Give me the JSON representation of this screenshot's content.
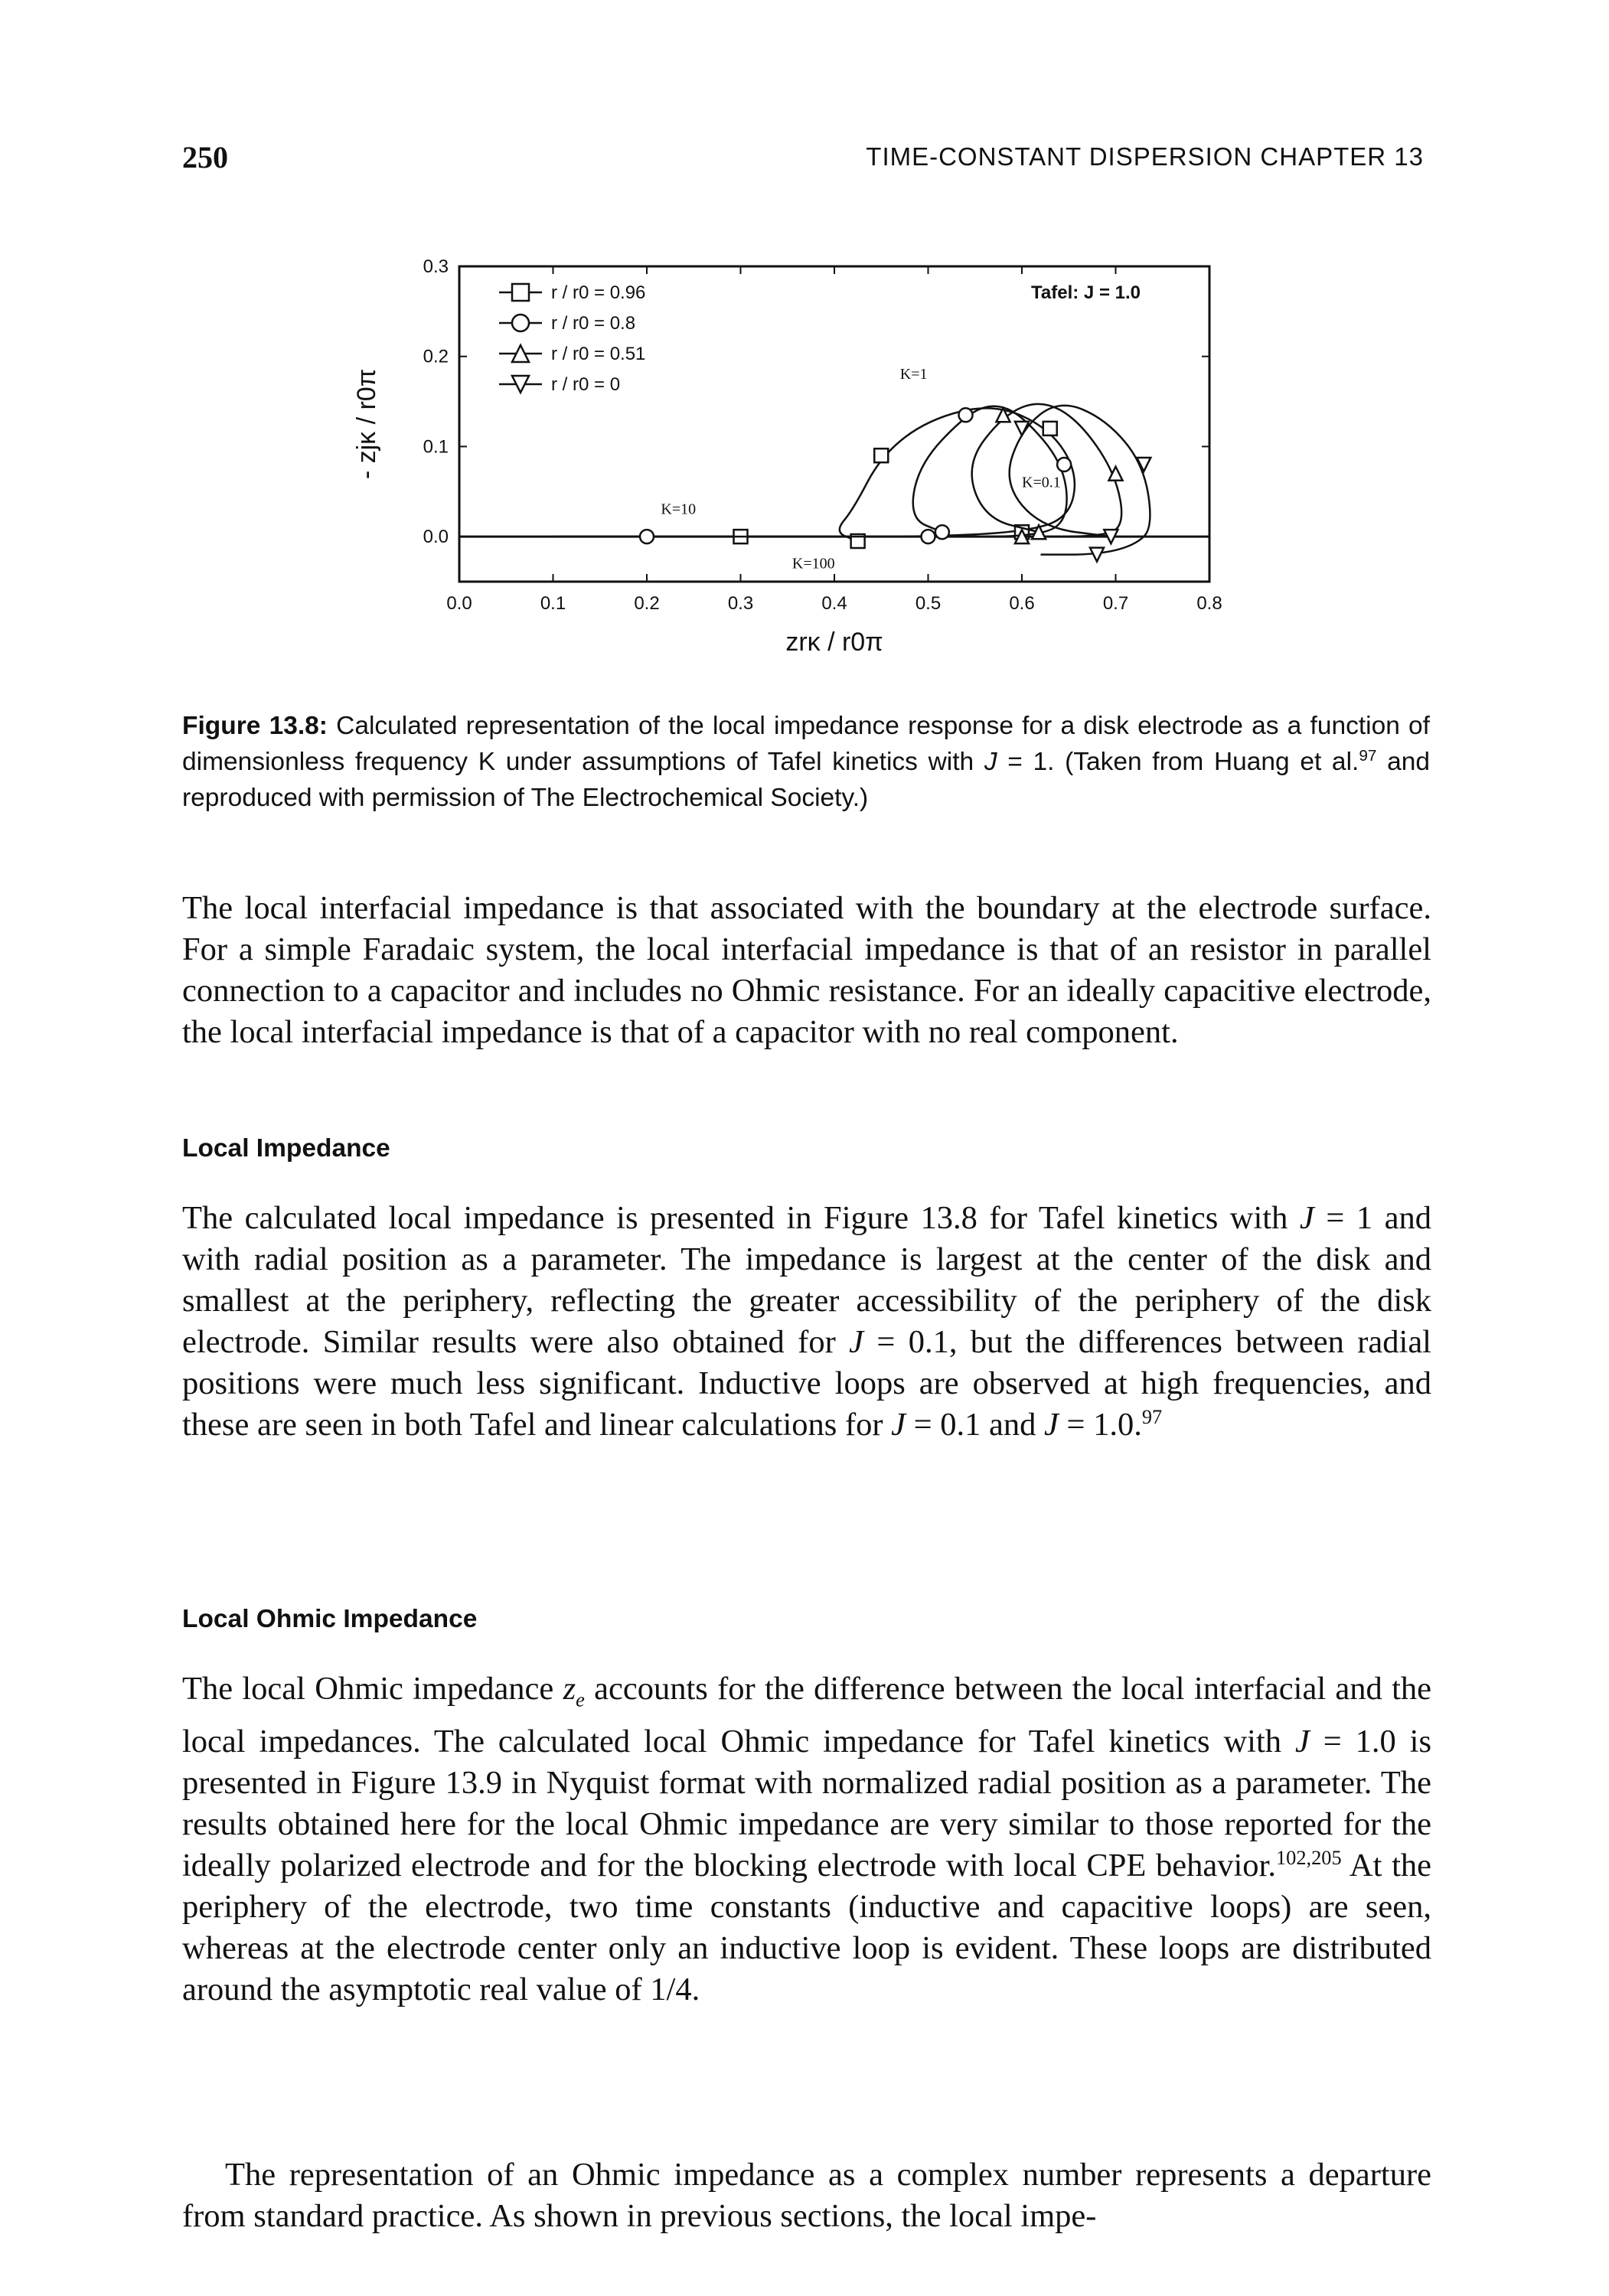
{
  "header": {
    "page_number": "250",
    "running_title": "TIME-CONSTANT DISPERSION  CHAPTER 13"
  },
  "figure": {
    "legend_note": "Tafel: J = 1.0",
    "legend": [
      {
        "marker": "square",
        "label": "r / r0 = 0.96"
      },
      {
        "marker": "circle",
        "label": "r / r0 = 0.8"
      },
      {
        "marker": "triangle-up",
        "label": "r / r0 = 0.51"
      },
      {
        "marker": "triangle-down",
        "label": "r / r0 = 0"
      }
    ],
    "k_labels": [
      "K=1",
      "K=10",
      "K=100",
      "K=0.1"
    ],
    "x_ticks": [
      "0.0",
      "0.1",
      "0.2",
      "0.3",
      "0.4",
      "0.5",
      "0.6",
      "0.7",
      "0.8"
    ],
    "y_ticks": [
      "0.0",
      "0.1",
      "0.2",
      "0.3"
    ],
    "xlabel": "zrκ / r0π",
    "ylabel": "- zjκ / r0π"
  },
  "chart_data": {
    "type": "line",
    "xlim": [
      0.0,
      0.8
    ],
    "ylim": [
      -0.05,
      0.3
    ],
    "grid": false,
    "legend_position": "top-left",
    "series": [
      {
        "name": "r / r0 = 0.96",
        "marker": "square",
        "points": [
          [
            0.425,
            -0.005
          ],
          [
            0.4,
            0.005
          ],
          [
            0.42,
            0.03
          ],
          [
            0.45,
            0.09
          ],
          [
            0.5,
            0.13
          ],
          [
            0.57,
            0.148
          ],
          [
            0.63,
            0.12
          ],
          [
            0.66,
            0.07
          ],
          [
            0.65,
            0.02
          ],
          [
            0.6,
            0.005
          ],
          [
            0.5,
            0.0
          ],
          [
            0.4,
            0.0
          ],
          [
            0.3,
            0.0
          ],
          [
            0.2,
            0.0
          ],
          [
            0.1,
            0.0
          ]
        ]
      },
      {
        "name": "r / r0 = 0.8",
        "marker": "circle",
        "points": [
          [
            0.515,
            0.005
          ],
          [
            0.48,
            0.02
          ],
          [
            0.49,
            0.08
          ],
          [
            0.54,
            0.135
          ],
          [
            0.57,
            0.148
          ],
          [
            0.6,
            0.135
          ],
          [
            0.645,
            0.08
          ],
          [
            0.65,
            0.02
          ],
          [
            0.62,
            0.0
          ],
          [
            0.5,
            0.0
          ],
          [
            0.4,
            0.0
          ],
          [
            0.3,
            0.0
          ],
          [
            0.2,
            0.0
          ],
          [
            0.1,
            0.0
          ]
        ]
      },
      {
        "name": "r / r0 = 0.51",
        "marker": "triangle-up",
        "points": [
          [
            0.618,
            0.005
          ],
          [
            0.56,
            0.02
          ],
          [
            0.54,
            0.08
          ],
          [
            0.58,
            0.135
          ],
          [
            0.62,
            0.152
          ],
          [
            0.66,
            0.13
          ],
          [
            0.7,
            0.07
          ],
          [
            0.71,
            0.01
          ],
          [
            0.68,
            0.0
          ],
          [
            0.6,
            0.0
          ]
        ]
      },
      {
        "name": "r / r0 = 0",
        "marker": "triangle-down",
        "points": [
          [
            0.695,
            0.0
          ],
          [
            0.62,
            0.01
          ],
          [
            0.58,
            0.06
          ],
          [
            0.6,
            0.12
          ],
          [
            0.64,
            0.152
          ],
          [
            0.69,
            0.13
          ],
          [
            0.73,
            0.08
          ],
          [
            0.74,
            0.01
          ],
          [
            0.72,
            -0.01
          ],
          [
            0.68,
            -0.02
          ],
          [
            0.62,
            -0.02
          ]
        ]
      }
    ]
  },
  "caption": {
    "label": "Figure 13.8:",
    "text_1": " Calculated representation of the local impedance response for a disk electrode as a function of dimensionless frequency K under assumptions of Tafel kinetics with ",
    "j_var": "J",
    "text_2": " = 1. (Taken from Huang et al.",
    "ref": "97",
    "text_3": " and reproduced with permission of The Electrochemical Society.)"
  },
  "body": {
    "p1": "The local interfacial impedance is that associated with the boundary at the electrode surface. For a simple Faradaic system, the local interfacial impedance is that of an resistor in parallel connection to a capacitor and includes no Ohmic resistance. For an ideally capacitive electrode, the local interfacial impedance is that of a capacitor with no real component.",
    "h1": "Local Impedance",
    "p2_a": "The calculated local impedance is presented in Figure 13.8 for Tafel kinetics with ",
    "p2_j": "J",
    "p2_b": " = 1 and with radial position as a parameter. The impedance is largest at the center of the disk and smallest at the periphery, reflecting the greater accessibility of the periphery of the disk electrode. Similar results were also obtained for ",
    "p2_c": " = 0.1, but the differences between radial positions were much less significant. Inductive loops are observed at high frequencies, and these are seen in both Tafel and linear calculations for ",
    "p2_d": " = 0.1 and ",
    "p2_e": " = 1.0.",
    "p2_ref": "97",
    "h2": "Local Ohmic Impedance",
    "p3_a": "The local Ohmic impedance ",
    "p3_z": "z",
    "p3_zsub": "e",
    "p3_b": " accounts for the difference between the local interfacial and the local impedances. The calculated local Ohmic impedance for Tafel kinetics with ",
    "p3_j": "J",
    "p3_c": " = 1.0 is presented in Figure 13.9 in Nyquist format with normalized radial position as a parameter. The results obtained here for the local Ohmic impedance are very similar to those reported for the ideally polarized electrode and for the blocking electrode with local CPE behavior.",
    "p3_ref": "102,205",
    "p3_d": " At the periphery of the electrode, two time constants (inductive and capacitive loops) are seen, whereas at the electrode center only an inductive loop is evident. These loops are distributed around the asymptotic real value of 1/4.",
    "p4": "The representation of an Ohmic impedance as a complex number represents a departure from standard practice. As shown in previous sections, the local impe-"
  }
}
